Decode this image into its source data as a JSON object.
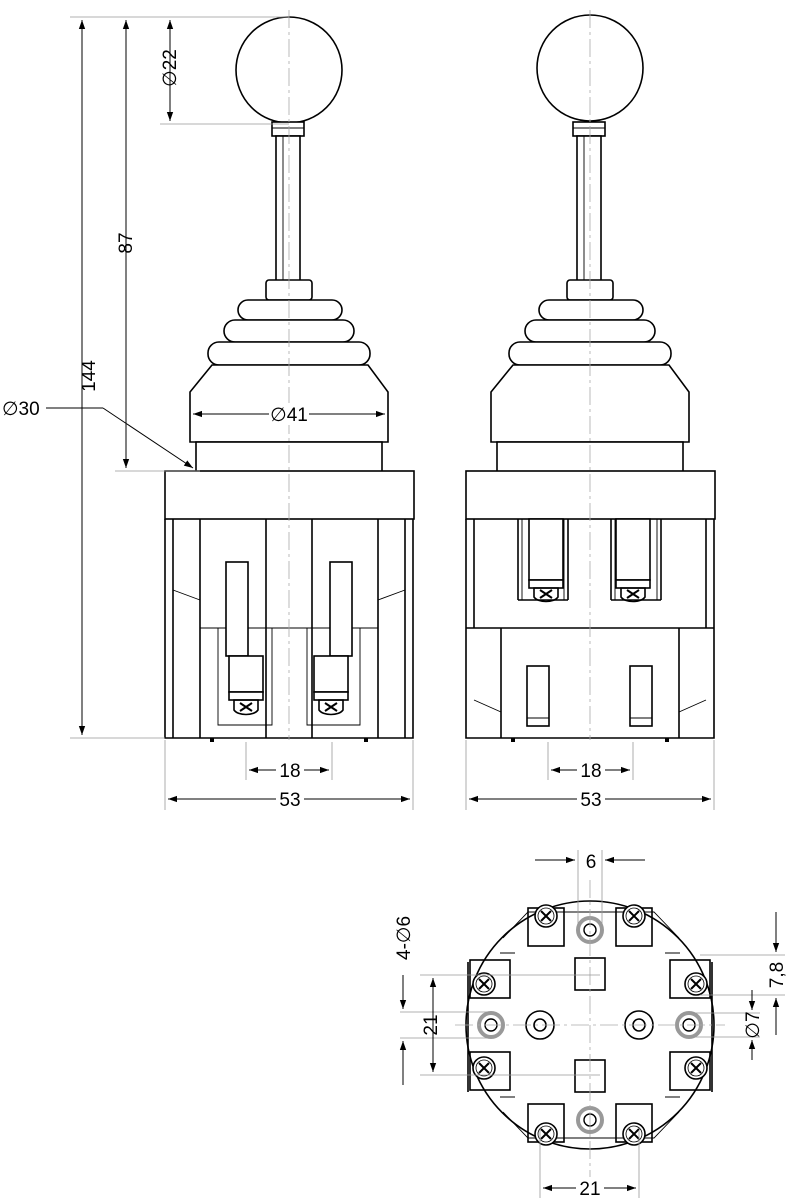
{
  "front_view": {
    "dim_total_height": "144",
    "dim_lever_height": "87",
    "dim_knob_diameter": "∅22",
    "dim_boot_diameter": "∅41",
    "dim_collar_diameter": "∅30",
    "dim_pitch": "18",
    "dim_width": "53"
  },
  "side_view": {
    "dim_pitch": "18",
    "dim_width": "53"
  },
  "bottom_view": {
    "dim_top_spacing": "6",
    "dim_holes": "4-∅6",
    "dim_left_spacing": "21",
    "dim_right_offset": "7,8",
    "dim_center_hole": "∅7",
    "dim_bottom_spacing": "21"
  }
}
